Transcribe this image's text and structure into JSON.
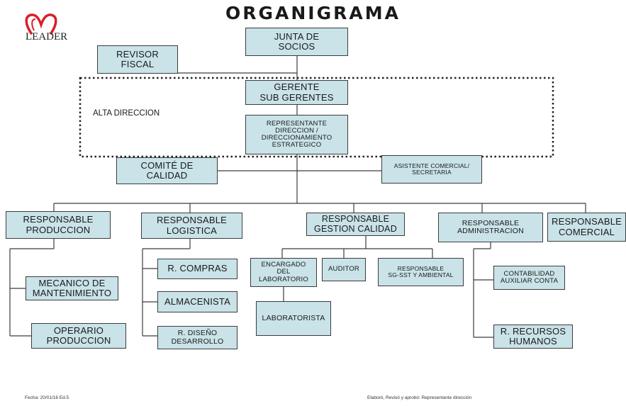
{
  "title": "ORGANIGRAMA",
  "logo_text": "LEADER",
  "alta_direccion_label": "ALTA DIRECCION",
  "boxes": {
    "junta": "JUNTA DE\nSOCIOS",
    "revisor": "REVISOR\nFISCAL",
    "gerente": "GERENTE\nSUB GERENTES",
    "representante": "REPRESENTANTE\nDIRECCION  /\nDIRECCIONAMIENTO\nESTRATEGICO",
    "comite": "COMITÉ  DE\nCALIDAD",
    "asistente": "ASISTENTE COMERCIAL/\nSECRETARIA",
    "resp_produccion": "RESPONSABLE\nPRODUCCION",
    "resp_logistica": "RESPONSABLE\nLOGISTICA",
    "resp_gestion": "RESPONSABLE\nGESTION CALIDAD",
    "resp_admin": "RESPONSABLE\nADMINISTRACION",
    "resp_comercial": "RESPONSABLE\nCOMERCIAL",
    "mecanico": "MECANICO DE\nMANTENIMIENTO",
    "operario": "OPERARIO\nPRODUCCION",
    "compras": "R. COMPRAS",
    "almacenista": "ALMACENISTA",
    "diseno": "R. DISEÑO\nDESARROLLO",
    "encargado": "ENCARGADO\nDEL\nLABORATORIO",
    "auditor": "AUDITOR",
    "sgsst": "RESPONSABLE\nSG-SST Y AMBIENTAL",
    "laboratorista": "LABORATORISTA",
    "contabilidad": "CONTABILIDAD\nAUXILIAR  CONTA",
    "recursos": "R. RECURSOS\nHUMANOS"
  },
  "footer": {
    "left": "Fecha: 20/01/16     Ed.5",
    "right": "Elaboró, Revisó y aprobó: Representante dirección"
  },
  "colors": {
    "box_fill": "#c9e3e8",
    "border": "#3c3c3c",
    "logo_red": "#d9202a"
  }
}
